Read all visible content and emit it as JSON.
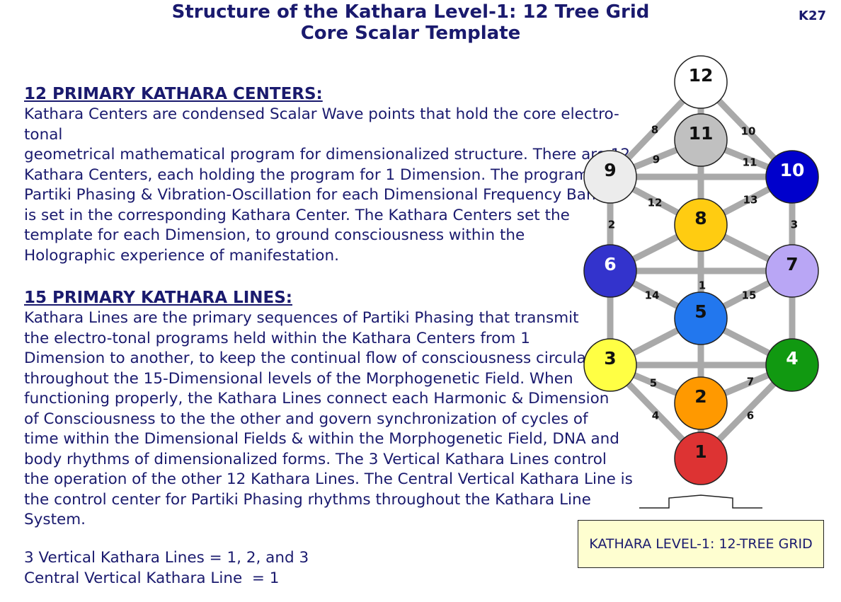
{
  "header": {
    "title_line1": "Structure of the Kathara Level-1: 12 Tree Grid",
    "title_line2": "Core Scalar Template",
    "code": "K27"
  },
  "centers_section": {
    "heading": "12 PRIMARY KATHARA CENTERS:",
    "lines": [
      "Kathara Centers are condensed Scalar Wave points that hold the core electro-",
      "tonal",
      "geometrical mathematical program for dimensionalized structure. There are 12",
      "Kathara Centers, each holding the program for 1 Dimension. The program for",
      "Partiki Phasing & Vibration-Oscillation for each Dimensional Frequency Band",
      "is set in the corresponding Kathara Center. The Kathara Centers set the",
      "template for each Dimension, to ground consciousness within the",
      "Holographic experience of manifestation."
    ]
  },
  "lines_section": {
    "heading": "15 PRIMARY KATHARA LINES:",
    "lines": [
      "Kathara Lines are the primary sequences of Partiki Phasing that transmit",
      "the electro-tonal programs held within the Kathara Centers from 1",
      "Dimension to another, to keep the continual flow of consciousness circulating",
      "throughout the 15-Dimensional levels of the Morphogenetic Field. When",
      "functioning properly, the Kathara Lines connect each Harmonic & Dimension",
      "of Consciousness to the the other and govern synchronization of cycles of",
      "time within the Dimensional Fields & within the Morphogenetic Field, DNA and",
      "body rhythms of dimensionalized forms. The 3 Vertical Kathara Lines control",
      "the operation of the other 12 Kathara Lines. The Central Vertical Kathara Line is",
      "the control center for Partiki Phasing rhythms throughout the Kathara Line",
      "System."
    ]
  },
  "facts": {
    "vertical": "3 Vertical Kathara Lines = 1, 2, and 3",
    "central": "Central Vertical Kathara Line  = 1"
  },
  "callout": "KATHARA LEVEL-1: 12-TREE GRID",
  "diagram": {
    "line_color": "#a9a9a9",
    "nodes": [
      {
        "id": "12",
        "label": "12",
        "color": "#ffffff",
        "text": "#111111"
      },
      {
        "id": "11",
        "label": "11",
        "color": "#c0c0c0",
        "text": "#111111"
      },
      {
        "id": "10",
        "label": "10",
        "color": "#0000cc",
        "text": "#ffffff"
      },
      {
        "id": "9",
        "label": "9",
        "color": "#ececec",
        "text": "#111111"
      },
      {
        "id": "8",
        "label": "8",
        "color": "#ffcc11",
        "text": "#111111"
      },
      {
        "id": "7",
        "label": "7",
        "color": "#b9a6f5",
        "text": "#111111"
      },
      {
        "id": "6",
        "label": "6",
        "color": "#3333cc",
        "text": "#ffffff"
      },
      {
        "id": "5",
        "label": "5",
        "color": "#2277ee",
        "text": "#111111"
      },
      {
        "id": "4",
        "label": "4",
        "color": "#119911",
        "text": "#ffffff"
      },
      {
        "id": "3",
        "label": "3",
        "color": "#ffff44",
        "text": "#111111"
      },
      {
        "id": "2",
        "label": "2",
        "color": "#ff9900",
        "text": "#111111"
      },
      {
        "id": "1",
        "label": "1",
        "color": "#dd3333",
        "text": "#111111"
      }
    ],
    "line_labels": [
      "1",
      "2",
      "3",
      "4",
      "5",
      "6",
      "7",
      "8",
      "9",
      "10",
      "11",
      "12",
      "13",
      "14",
      "15"
    ]
  }
}
